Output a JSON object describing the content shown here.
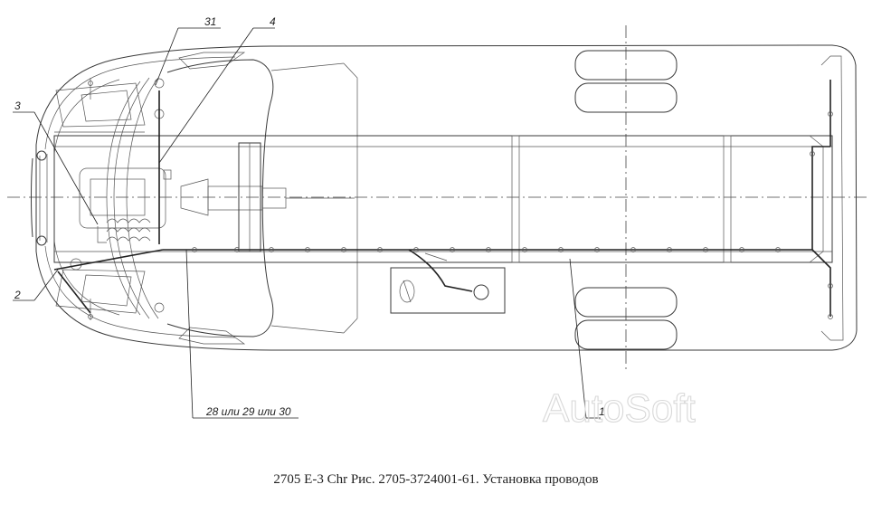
{
  "callouts": {
    "c31": "31",
    "c4": "4",
    "c3": "3",
    "c2": "2",
    "c28": "28 или 29 или 30",
    "c1": "1"
  },
  "watermark": "AutoSoft",
  "caption": "2705 Е-3 Chr Рис. 2705-3724001-61. Установка проводов"
}
